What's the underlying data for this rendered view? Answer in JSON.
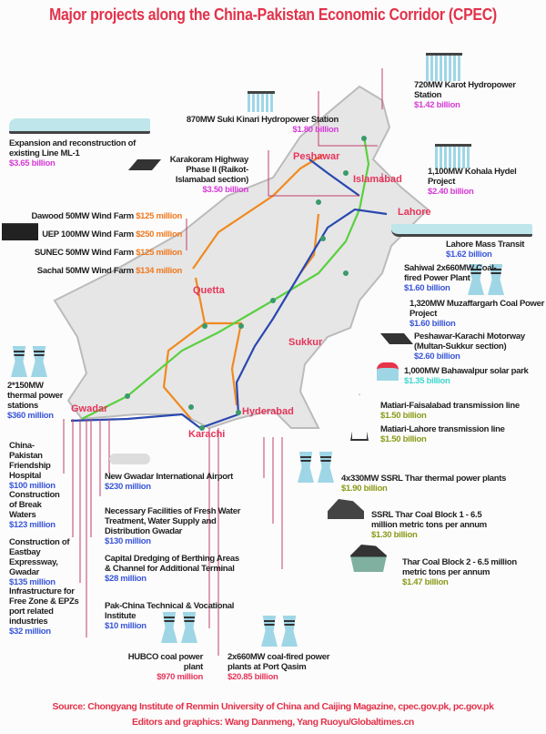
{
  "title": "Major projects along the China-Pakistan Economic Corridor (CPEC)",
  "colors": {
    "title": "#e2324a",
    "magenta": "#d63ad6",
    "orange": "#f07a20",
    "blue": "#3a56d8",
    "cyan": "#3fd6cf",
    "olive": "#8a9a18",
    "city": "#e6345a"
  },
  "cities": {
    "peshawar": "Peshawar",
    "islamabad": "Islamabad",
    "lahore": "Lahore",
    "quetta": "Quetta",
    "sukkur": "Sukkur",
    "hyderabad": "Hyderabad",
    "karachi": "Karachi",
    "gwadar": "Gwadar"
  },
  "projects": [
    {
      "name": "720MW Karot Hydropower Station",
      "cost": "$1.42 billion"
    },
    {
      "name": "870MW Suki Kinari Hydropower Station",
      "cost": "$1.80 billion"
    },
    {
      "name": "Expansion and reconstruction of existing Line ML-1",
      "cost": "$3.65 billion"
    },
    {
      "name": "Karakoram Highway Phase II (Raikot-Islamabad section)",
      "cost": "$3.50 billion"
    },
    {
      "name": "1,100MW Kohala Hydel Project",
      "cost": "$2.40 billion"
    },
    {
      "name": "Dawood 50MW Wind Farm",
      "cost": "$125 million"
    },
    {
      "name": "UEP 100MW Wind Farm",
      "cost": "$250 million"
    },
    {
      "name": "SUNEC 50MW Wind Farm",
      "cost": "$125 million"
    },
    {
      "name": "Sachal 50MW Wind Farm",
      "cost": "$134 million"
    },
    {
      "name": "Lahore Mass Transit",
      "cost": "$1.62 billion"
    },
    {
      "name": "Sahiwal 2x660MW Coal-fired Power Plant",
      "cost": "$1.60 billion"
    },
    {
      "name": "1,320MW Muzaffargarh Coal Power Project",
      "cost": "$1.60 billion"
    },
    {
      "name": "Peshawar-Karachi Motorway (Multan-Sukkur section)",
      "cost": "$2.60 billion"
    },
    {
      "name": "1,000MW Bahawalpur solar park",
      "cost": "$1.35 billion"
    },
    {
      "name": "Matiari-Faisalabad transmission line",
      "cost": "$1.50 billion"
    },
    {
      "name": "Matiari-Lahore transmission line",
      "cost": "$1.50 billion"
    },
    {
      "name": "2*150MW thermal power stations",
      "cost": "$360 million"
    },
    {
      "name": "China-Pakistan Friendship Hospital",
      "cost": "$100 million"
    },
    {
      "name": "New Gwadar International Airport",
      "cost": "$230 million"
    },
    {
      "name": "Construction of Break Waters",
      "cost": "$123 million"
    },
    {
      "name": "Necessary Facilities of Fresh Water Treatment, Water Supply and Distribution Gwadar",
      "cost": "$130 million"
    },
    {
      "name": "Construction of Eastbay Expressway, Gwadar",
      "cost": "$135 million"
    },
    {
      "name": "Capital Dredging of Berthing Areas & Channel for Additional Terminal",
      "cost": "$28 million"
    },
    {
      "name": "Infrastructure for Free Zone & EPZs port related industries",
      "cost": "$32 million"
    },
    {
      "name": "Pak-China Technical & Vocational Institute",
      "cost": "$10 million"
    },
    {
      "name": "4x330MW SSRL Thar thermal power plants",
      "cost": "$1.90 billion"
    },
    {
      "name": "SSRL Thar Coal Block 1 - 6.5 million metric tons per annum",
      "cost": "$1.30 billion"
    },
    {
      "name": "Thar Coal Block 2 - 6.5 million metric tons per annum",
      "cost": "$1.47 billion"
    },
    {
      "name": "HUBCO coal power plant",
      "cost": "$970 million"
    },
    {
      "name": "2x660MW coal-fired power plants at Port Qasim",
      "cost": "$20.85 billion"
    }
  ],
  "source": "Source: Chongyang Institute of Renmin University of China and Caijing Magazine, cpec.gov.pk, pc.gov.pk",
  "credits": "Editors and graphics: Wang Danmeng, Yang Ruoyu/Globaltimes.cn"
}
